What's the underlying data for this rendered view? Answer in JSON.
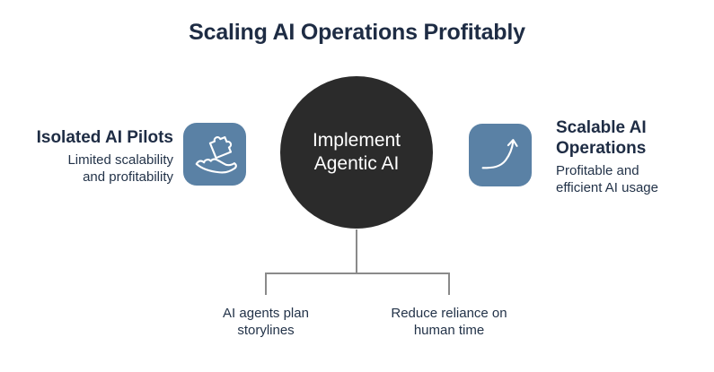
{
  "title": "Scaling AI Operations Profitably",
  "center_node": {
    "lines": [
      "Implement",
      "Agentic AI"
    ]
  },
  "left_item": {
    "heading": "Isolated AI Pilots",
    "description_lines": [
      "Limited scalability",
      "and profitability"
    ],
    "icon": "hand-holding-puzzle"
  },
  "right_item": {
    "heading_lines": [
      "Scalable AI",
      "Operations"
    ],
    "description_lines": [
      "Profitable and",
      "efficient AI usage"
    ],
    "icon": "growth-arrow"
  },
  "outcomes": [
    {
      "lines": [
        "AI agents plan",
        "storylines"
      ]
    },
    {
      "lines": [
        "Reduce reliance on",
        "human time"
      ]
    }
  ],
  "colors": {
    "title_text": "#1e2c44",
    "body_text": "#233349",
    "icon_background": "#5a81a5",
    "icon_stroke": "#ffffff",
    "circle_background": "#2b2b2b",
    "circle_text": "#ffffff",
    "connector_line": "#8a8a8a",
    "page_background": "#ffffff"
  }
}
